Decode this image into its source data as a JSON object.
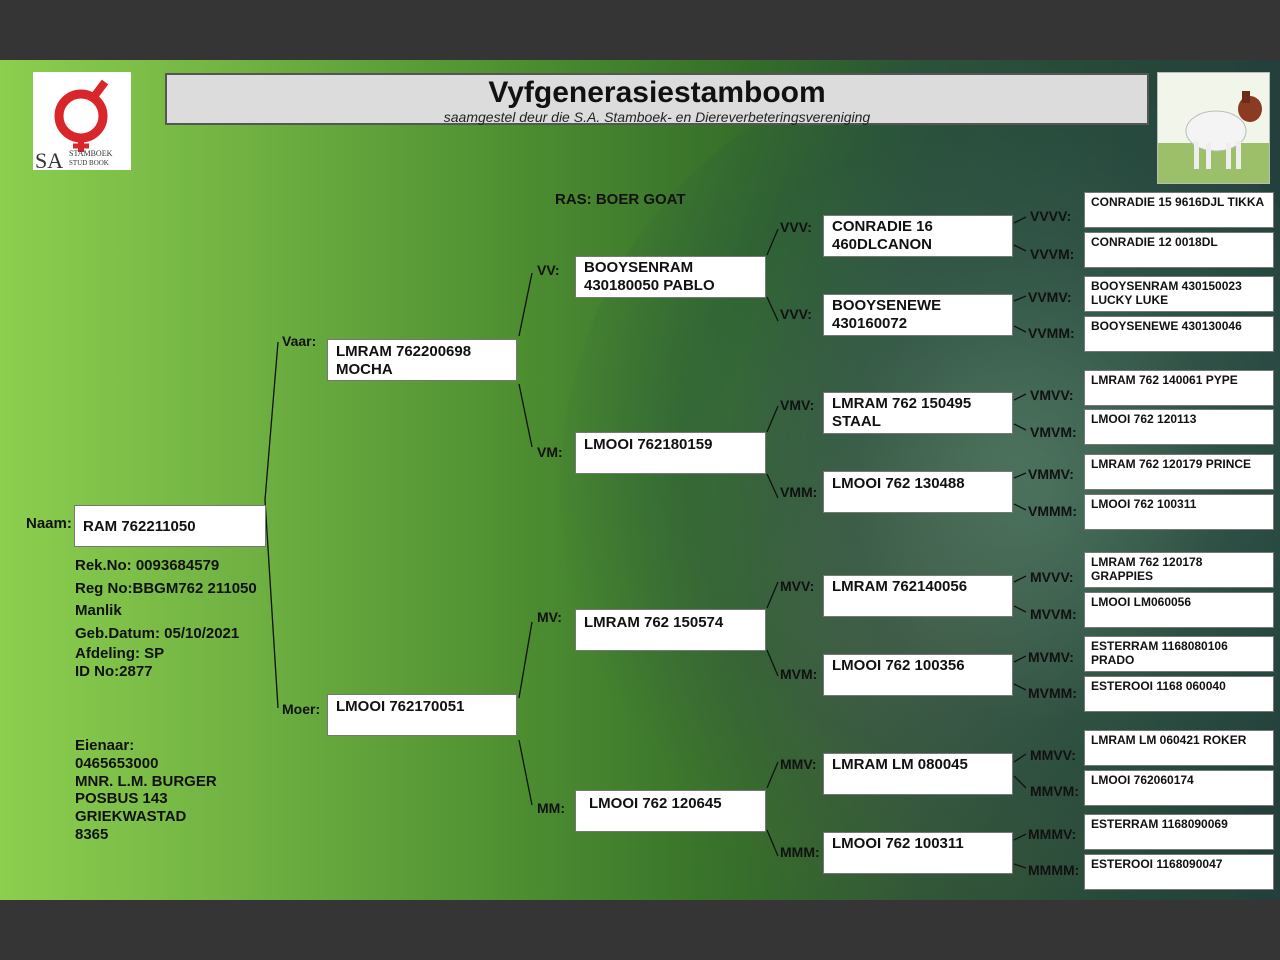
{
  "header": {
    "title": "Vyfgenerasiestamboom",
    "subtitle": "saamgestel deur die S.A. Stamboek- en Diereverbeteringsvereniging",
    "logo_text": "SA",
    "logo_small_1": "STAMBOEK",
    "logo_small_2": "STUD BOOK"
  },
  "breed": "RAS: BOER GOAT",
  "animal": {
    "name_label": "Naam:",
    "name": "RAM 762211050",
    "rek_no": "Rek.No: 0093684579",
    "reg_no": "Reg No:BBGM762 211050",
    "sex": "Manlik",
    "birth_date": "Geb.Datum: 05/10/2021",
    "division": "Afdeling: SP",
    "id_no": "ID No:2877"
  },
  "owner": {
    "label": "Eienaar:",
    "phone": "0465653000",
    "name": "MNR. L.M. BURGER",
    "address1": "POSBUS 143",
    "address2": "GRIEKWASTAD",
    "postcode": "8365"
  },
  "parents": {
    "sire_label": "Vaar:",
    "sire": "LMRAM 762200698 MOCHA",
    "dam_label": "Moer:",
    "dam": "LMOOI 762170051"
  },
  "grandparents": {
    "vv_label": "VV:",
    "vv": "BOOYSENRAM 430180050 PABLO",
    "vm_label": "VM:",
    "vm": "LMOOI 762180159",
    "mv_label": "MV:",
    "mv": "LMRAM 762 150574",
    "mm_label": "MM:",
    "mm": "LMOOI 762 120645"
  },
  "great_grandparents": {
    "vvv_label": "VVV:",
    "vvv": "CONRADIE 16 460DLCANON",
    "vvm_label": "VVV:",
    "vvm": "BOOYSENEWE 430160072",
    "vmv_label": "VMV:",
    "vmv": "LMRAM 762 150495 STAAL",
    "vmm_label": "VMM:",
    "vmm": "LMOOI 762 130488",
    "mvv_label": "MVV:",
    "mvv": "LMRAM 762140056",
    "mvm_label": "MVM:",
    "mvm": "LMOOI 762 100356",
    "mmv_label": "MMV:",
    "mmv": "LMRAM LM 080045",
    "mmm_label": "MMM:",
    "mmm": "LMOOI 762 100311"
  },
  "gen5": {
    "vvvv_label": "VVVV:",
    "vvvv": "CONRADIE 15 9616DJL TIKKA",
    "vvvm_label": "VVVM:",
    "vvvm": "CONRADIE 12 0018DL",
    "vvmv_label": "VVMV:",
    "vvmv": "BOOYSENRAM 430150023 LUCKY LUKE",
    "vvmm_label": "VVMM:",
    "vvmm": "BOOYSENEWE 430130046",
    "vmvv_label": "VMVV:",
    "vmvv": "LMRAM 762 140061 PYPE",
    "vmvm_label": "VMVM:",
    "vmvm": "LMOOI 762 120113",
    "vmmv_label": "VMMV:",
    "vmmv": "LMRAM 762 120179 PRINCE",
    "vmmm_label": "VMMM:",
    "vmmm": "LMOOI 762 100311",
    "mvvv_label": "MVVV:",
    "mvvv": "LMRAM 762 120178 GRAPPIES",
    "mvvm_label": "MVVM:",
    "mvvm": "LMOOI LM060056",
    "mvmv_label": "MVMV:",
    "mvmv": "ESTERRAM  1168080106 PRADO",
    "mvmm_label": "MVMM:",
    "mvmm": "ESTEROOI 1168 060040",
    "mmvv_label": "MMVV:",
    "mmvv": "LMRAM LM 060421 ROKER",
    "mmvm_label": "MMVM:",
    "mmvm": "LMOOI 762060174",
    "mmmv_label": "MMMV:",
    "mmmv": "ESTERRAM 1168090069",
    "mmmm_label": "MMMM:",
    "mmmm": "ESTEROOI 1168090047"
  },
  "colors": {
    "logo_red": "#d8262a",
    "box_border": "#777777",
    "title_bg": "#dcdcdc"
  }
}
